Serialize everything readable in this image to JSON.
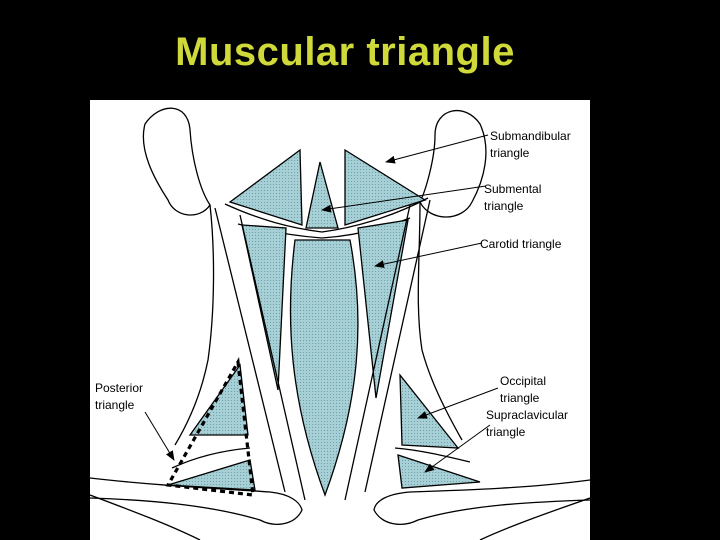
{
  "slide": {
    "title": "Muscular triangle",
    "title_color": "#cfd93a",
    "background": "#000000"
  },
  "labels": {
    "submandibular_1": "Submandibular",
    "submandibular_2": "triangle",
    "submental_1": "Submental",
    "submental_2": "triangle",
    "carotid": "Carotid triangle",
    "posterior_1": "Posterior",
    "posterior_2": "triangle",
    "occipital_1": "Occipital",
    "occipital_2": "triangle",
    "supraclavicular_1": "Supraclavicular",
    "supraclavicular_2": "triangle"
  },
  "colors": {
    "muscle_fill": "#a6cfd6",
    "line": "#000000",
    "panel": "#ffffff"
  }
}
